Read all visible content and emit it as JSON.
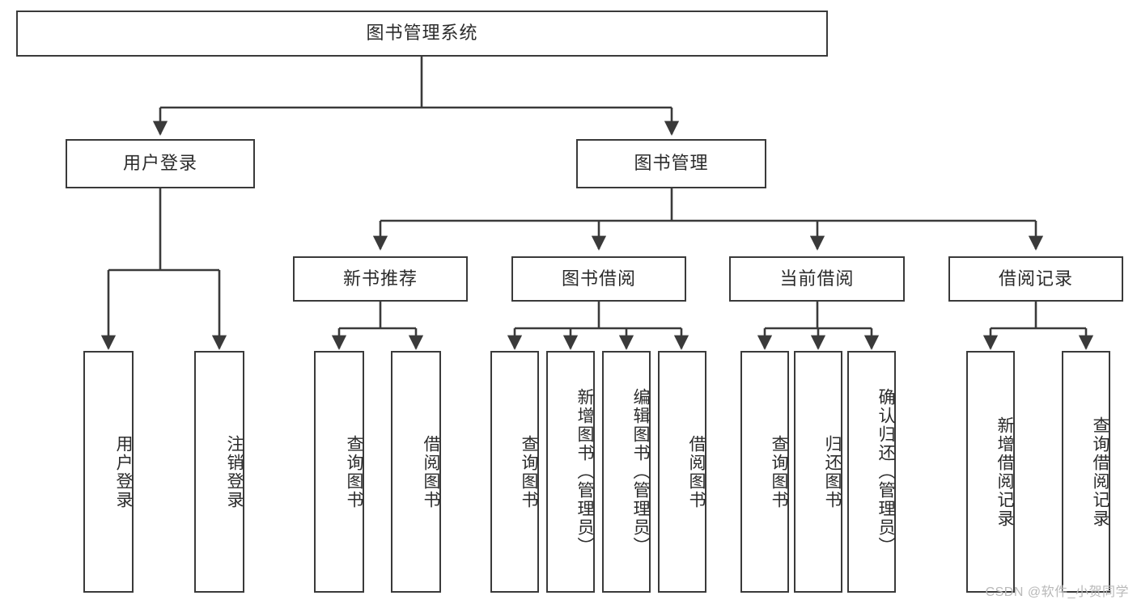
{
  "diagram": {
    "title": "图书管理系统",
    "type": "tree-hierarchy-diagram",
    "watermark": "CSDN @软件_小贺同学",
    "colors": {
      "box_border": "#3a3a3a",
      "box_fill": "#ffffff",
      "text": "#2b2b2b",
      "edge": "#3a3a3a",
      "watermark": "#b9b9b9",
      "background": "#ffffff"
    },
    "root": {
      "label": "图书管理系统"
    },
    "level2": [
      {
        "id": "user-login",
        "label": "用户登录"
      },
      {
        "id": "book-manage",
        "label": "图书管理"
      }
    ],
    "level3": [
      {
        "id": "new-book-rec",
        "label": "新书推荐",
        "parent": "book-manage"
      },
      {
        "id": "book-borrow",
        "label": "图书借阅",
        "parent": "book-manage"
      },
      {
        "id": "current-borrow",
        "label": "当前借阅",
        "parent": "book-manage"
      },
      {
        "id": "borrow-record",
        "label": "借阅记录",
        "parent": "book-manage"
      }
    ],
    "leaves": [
      {
        "id": "leaf-user-login",
        "label": "用户登录",
        "parent": "user-login"
      },
      {
        "id": "leaf-user-logout",
        "label": "注销登录",
        "parent": "user-login"
      },
      {
        "id": "leaf-rec-query",
        "label": "查询图书",
        "parent": "new-book-rec"
      },
      {
        "id": "leaf-rec-borrow",
        "label": "借阅图书",
        "parent": "new-book-rec"
      },
      {
        "id": "leaf-borrow-query",
        "label": "查询图书",
        "parent": "book-borrow"
      },
      {
        "id": "leaf-borrow-add",
        "label": "新增图书（管理员）",
        "parent": "book-borrow"
      },
      {
        "id": "leaf-borrow-edit",
        "label": "编辑图书（管理员）",
        "parent": "book-borrow"
      },
      {
        "id": "leaf-borrow-lend",
        "label": "借阅图书",
        "parent": "book-borrow"
      },
      {
        "id": "leaf-cur-query",
        "label": "查询图书",
        "parent": "current-borrow"
      },
      {
        "id": "leaf-cur-return",
        "label": "归还图书",
        "parent": "current-borrow"
      },
      {
        "id": "leaf-cur-confirm",
        "label": "确认归还（管理员）",
        "parent": "current-borrow"
      },
      {
        "id": "leaf-rec-add",
        "label": "新增借阅记录",
        "parent": "borrow-record"
      },
      {
        "id": "leaf-rec-search",
        "label": "查询借阅记录",
        "parent": "borrow-record"
      }
    ]
  }
}
